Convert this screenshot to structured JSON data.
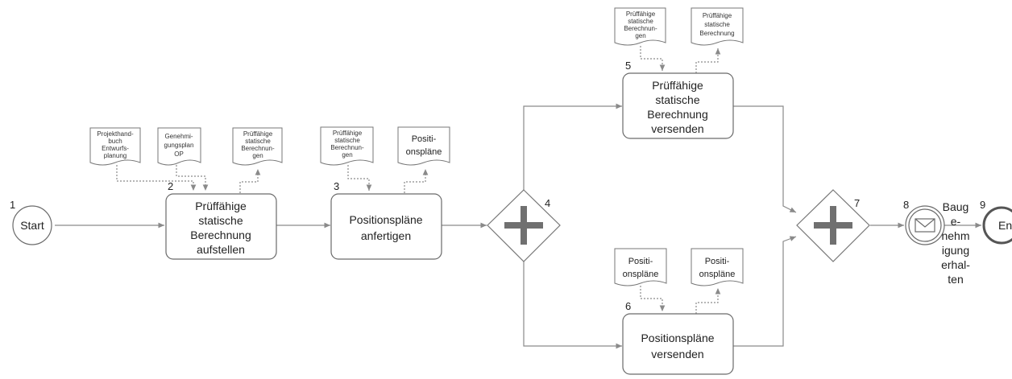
{
  "events": {
    "start": {
      "label": "Start",
      "number": "1"
    },
    "end": {
      "label": "End",
      "number": "9"
    },
    "message": {
      "number": "8",
      "label_lines": [
        "Baug",
        "e-",
        "nehm",
        "igung",
        "erhal-",
        "ten"
      ]
    }
  },
  "tasks": [
    {
      "number": "2",
      "lines": [
        "Prüffähige",
        "statische",
        "Berechnung",
        "aufstellen"
      ]
    },
    {
      "number": "3",
      "lines": [
        "Positionspläne",
        "anfertigen"
      ]
    },
    {
      "number": "5",
      "lines": [
        "Prüffähige",
        "statische",
        "Berechnung",
        "versenden"
      ]
    },
    {
      "number": "6",
      "lines": [
        "Positionspläne",
        "versenden"
      ]
    }
  ],
  "gateways": [
    {
      "number": "4",
      "type": "parallel"
    },
    {
      "number": "7",
      "type": "parallel"
    }
  ],
  "documents": [
    {
      "lines": [
        "Projekthand-",
        "buch",
        "Entwurfs-",
        "planung"
      ]
    },
    {
      "lines": [
        "Genehmi-",
        "gungsplan",
        "OP"
      ]
    },
    {
      "lines": [
        "Prüffähige",
        "statische",
        "Berechnun-",
        "gen"
      ]
    },
    {
      "lines": [
        "Prüffähige",
        "statische",
        "Berechnun-",
        "gen"
      ]
    },
    {
      "lines": [
        "Positi-",
        "onspläne"
      ]
    },
    {
      "lines": [
        "Prüffähige",
        "statische",
        "Berechnun-",
        "gen"
      ]
    },
    {
      "lines": [
        "Prüffähige",
        "statische",
        "Berechnung"
      ]
    },
    {
      "lines": [
        "Positi-",
        "onspläne"
      ]
    },
    {
      "lines": [
        "Positi-",
        "onspläne"
      ]
    }
  ],
  "icons": {
    "message_event": "envelope-icon",
    "gateway": "plus-icon"
  }
}
